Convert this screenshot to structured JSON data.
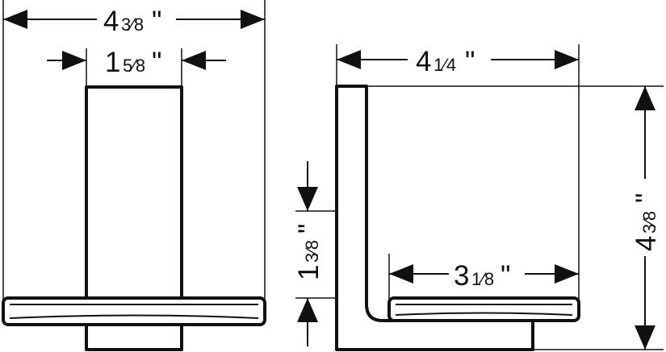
{
  "dimensions": {
    "front_total_width": {
      "whole": "4",
      "fraction": "3⁄8",
      "unit": "\""
    },
    "front_stem_width": {
      "whole": "1",
      "fraction": "5⁄8",
      "unit": "\""
    },
    "side_depth": {
      "whole": "4",
      "fraction": "1⁄4",
      "unit": "\""
    },
    "side_shelf_depth": {
      "whole": "3",
      "fraction": "1⁄8",
      "unit": "\""
    },
    "side_height": {
      "whole": "4",
      "fraction": "3⁄8",
      "unit": "\""
    },
    "side_clearance": {
      "whole": "1",
      "fraction": "3⁄8",
      "unit": "\""
    }
  }
}
